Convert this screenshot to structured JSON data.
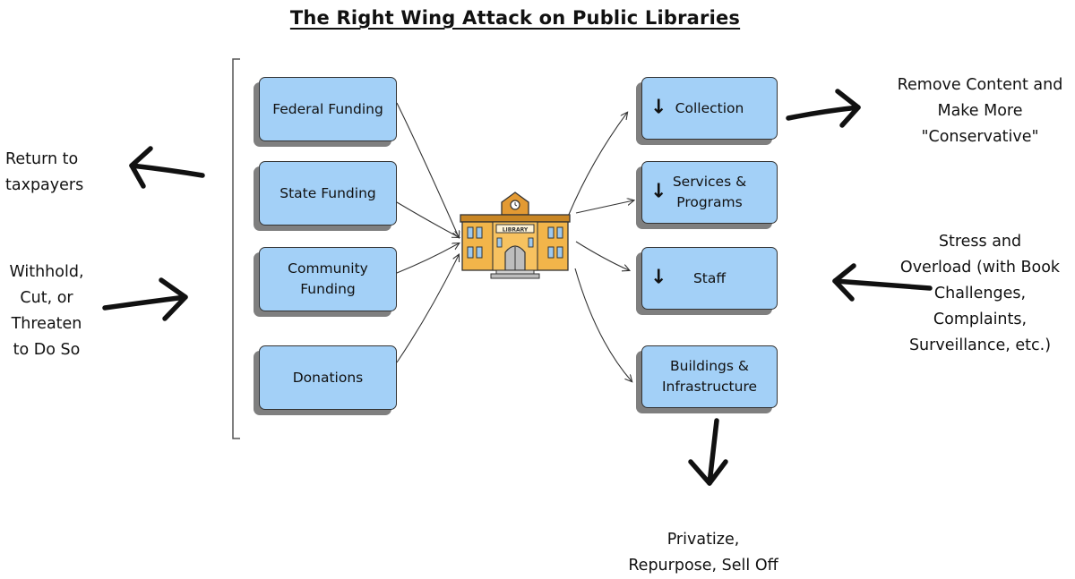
{
  "title": "The Right Wing Attack on Public Libraries",
  "funding_sources": [
    {
      "label": "Federal Funding"
    },
    {
      "label": "State Funding"
    },
    {
      "label": "Community Funding"
    },
    {
      "label": "Donations"
    }
  ],
  "library_sign": "LIBRARY",
  "impacts": [
    {
      "label": "Collection",
      "mark": "↓"
    },
    {
      "label": "Services & Programs",
      "mark": "↓"
    },
    {
      "label": "Staff",
      "mark": "↓"
    },
    {
      "label": "Buildings & Infrastructure",
      "mark": ""
    }
  ],
  "notes": {
    "return": "Return to\ntaxpayers",
    "withhold": "Withhold,\nCut, or\nThreaten\nto Do So",
    "remove": "Remove Content and\nMake More\n\"Conservative\"",
    "stress": "Stress and\nOverload (with Book\nChallenges,\nComplaints,\nSurveillance, etc.)",
    "privatize": "Privatize,\nRepurpose, Sell Off"
  },
  "colors": {
    "box_fill": "#a3d0f7",
    "box_shadow": "#7f7f7f",
    "building_wall": "#f2b54a",
    "building_roof": "#c98624",
    "window": "#9ec9ee"
  }
}
